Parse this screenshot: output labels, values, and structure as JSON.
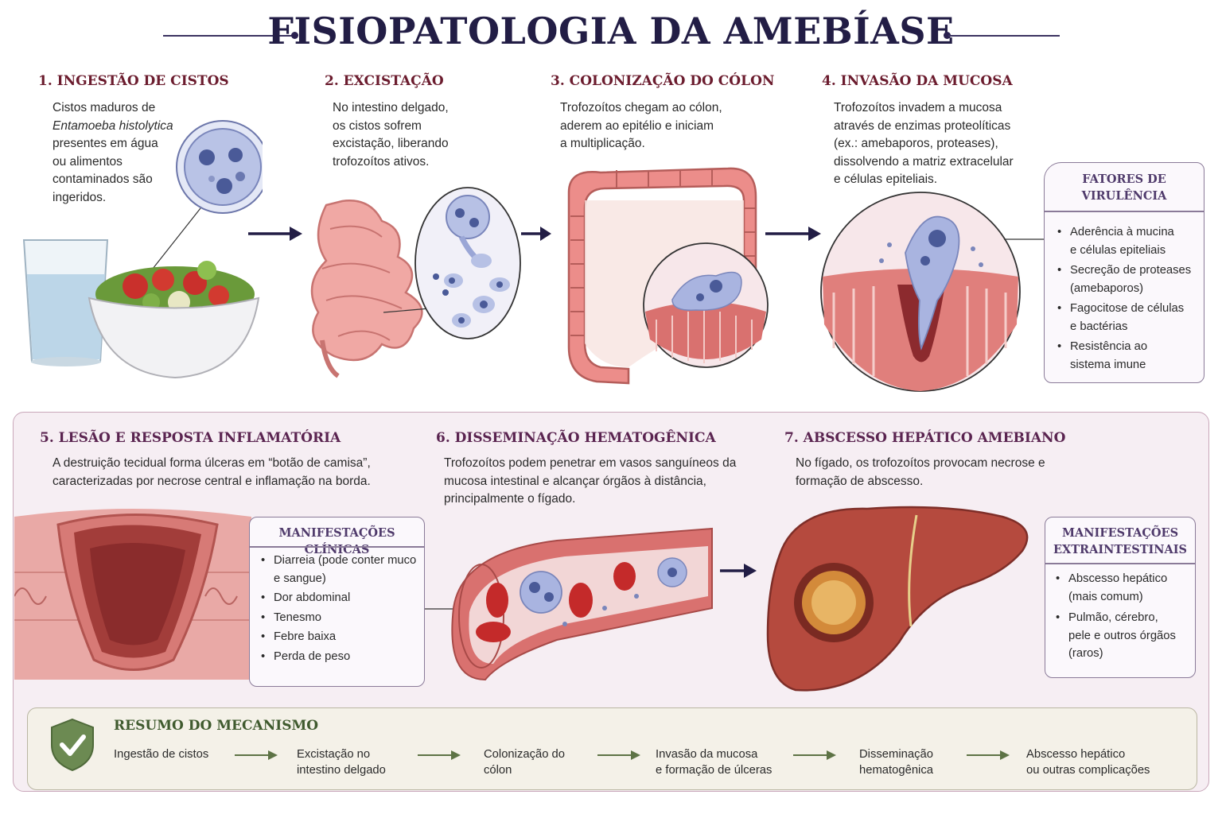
{
  "title": "FISIOPATOLOGIA DA AMEBÍASE",
  "steps": [
    {
      "title": "1. INGESTÃO DE CISTOS",
      "lines": [
        "Cistos maduros de",
        "Entamoeba histolytica",
        "presentes em água",
        "ou alimentos",
        "contaminados são",
        "ingeridos."
      ]
    },
    {
      "title": "2. EXCISTAÇÃO",
      "lines": [
        "No intestino delgado,",
        "os cistos sofrem",
        "excistação, liberando",
        "trofozoítos ativos."
      ]
    },
    {
      "title": "3. COLONIZAÇÃO DO CÓLON",
      "lines": [
        "Trofozoítos chegam ao cólon,",
        "aderem ao epitélio e iniciam",
        "a multiplicação."
      ]
    },
    {
      "title": "4. INVASÃO DA MUCOSA",
      "lines": [
        "Trofozoítos invadem a mucosa",
        "através de enzimas proteolíticas",
        "(ex.: amebaporos, proteases),",
        "dissolvendo a matriz extracelular",
        "e células epiteliais."
      ]
    },
    {
      "title": "5. LESÃO E RESPOSTA INFLAMATÓRIA",
      "lines": [
        "A destruição tecidual forma úlceras em “botão de camisa”,",
        "caracterizadas por necrose central e inflamação na borda."
      ]
    },
    {
      "title": "6. DISSEMINAÇÃO HEMATOGÊNICA",
      "lines": [
        "Trofozoítos podem penetrar em vasos sanguíneos da",
        "mucosa intestinal e alcançar órgãos à distância,",
        "principalmente o fígado."
      ]
    },
    {
      "title": "7. ABSCESSO HEPÁTICO AMEBIANO",
      "lines": [
        "No fígado, os trofozoítos provocam necrose e",
        "formação de abscesso."
      ]
    }
  ],
  "virulence": {
    "title_lines": [
      "FATORES DE",
      "VIRULÊNCIA"
    ],
    "items": [
      [
        "Aderência à mucina",
        "e células epiteliais"
      ],
      [
        "Secreção de proteases",
        "(amebaporos)"
      ],
      [
        "Fagocitose de células",
        "e bactérias"
      ],
      [
        "Resistência ao",
        "sistema imune"
      ]
    ]
  },
  "clinical": {
    "title": "MANIFESTAÇÕES CLÍNICAS",
    "items": [
      [
        "Diarreia (pode conter muco",
        "e sangue)"
      ],
      [
        "Dor abdominal"
      ],
      [
        "Tenesmo"
      ],
      [
        "Febre baixa"
      ],
      [
        "Perda de peso"
      ]
    ]
  },
  "extra": {
    "title_lines": [
      "MANIFESTAÇÕES",
      "EXTRAINTESTINAIS"
    ],
    "items": [
      [
        "Abscesso hepático",
        "(mais comum)"
      ],
      [
        "Pulmão, cérebro,",
        "pele e outros órgãos",
        "(raros)"
      ]
    ]
  },
  "summary": {
    "title": "RESUMO DO MECANISMO",
    "items": [
      [
        "Ingestão de cistos"
      ],
      [
        "Excistação no",
        "intestino delgado"
      ],
      [
        "Colonização do",
        "cólon"
      ],
      [
        "Invasão da mucosa",
        "e formação de úlceras"
      ],
      [
        "Disseminação",
        "hematogênica"
      ],
      [
        "Abscesso hepático",
        "ou outras complicações"
      ]
    ]
  },
  "colors": {
    "title": "#221d45",
    "step_title": "#6b1c2e",
    "arrow": "#221d45",
    "panel_bg": "#f6eef3",
    "summary_green": "#3f5a2e",
    "tissue": "#d9716f",
    "amoeba": "#9aa6d6"
  }
}
